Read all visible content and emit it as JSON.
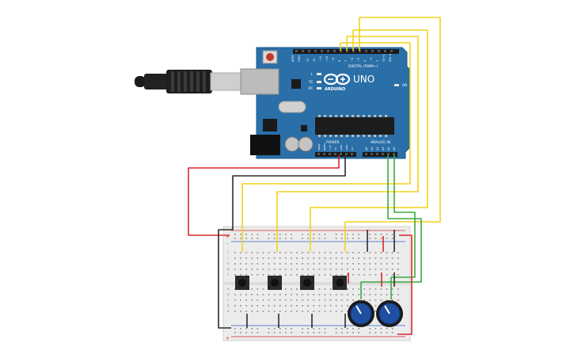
{
  "board": {
    "brand": "UNO",
    "logo_text": "ARDUINO",
    "digital_header": "DIGITAL (PWM~)",
    "power_header": "POWER",
    "analog_header": "ANALOG IN",
    "pin_aref": "AREF",
    "pin_gnd": "GND",
    "digital_pins": [
      "13",
      "12",
      "~11",
      "~10",
      "~9",
      "8",
      "7",
      "~6",
      "~5",
      "4",
      "~3",
      "2",
      "TX→1",
      "RX←0"
    ],
    "power_pins": [
      "IOREF",
      "RESET",
      "3.3V",
      "5V",
      "GND",
      "GND",
      "Vin"
    ],
    "analog_pins": [
      "A0",
      "A1",
      "A2",
      "A3",
      "A4",
      "A5"
    ],
    "led_l": "L",
    "led_tx": "TX",
    "led_rx": "RX",
    "led_on": "ON"
  },
  "breadboard": {
    "rail_plus": "+",
    "rail_minus": "-",
    "row_letters_top": [
      "j",
      "i",
      "h",
      "g",
      "f"
    ],
    "row_letters_bottom": [
      "e",
      "d",
      "c",
      "b",
      "a"
    ]
  },
  "colors": {
    "board_blue": "#2a6fa8",
    "wire_yellow": "#f2d21b",
    "wire_red": "#d8282a",
    "wire_black": "#2b2b2b",
    "wire_green": "#3caa3c",
    "knob_blue": "#1f4fa0"
  }
}
